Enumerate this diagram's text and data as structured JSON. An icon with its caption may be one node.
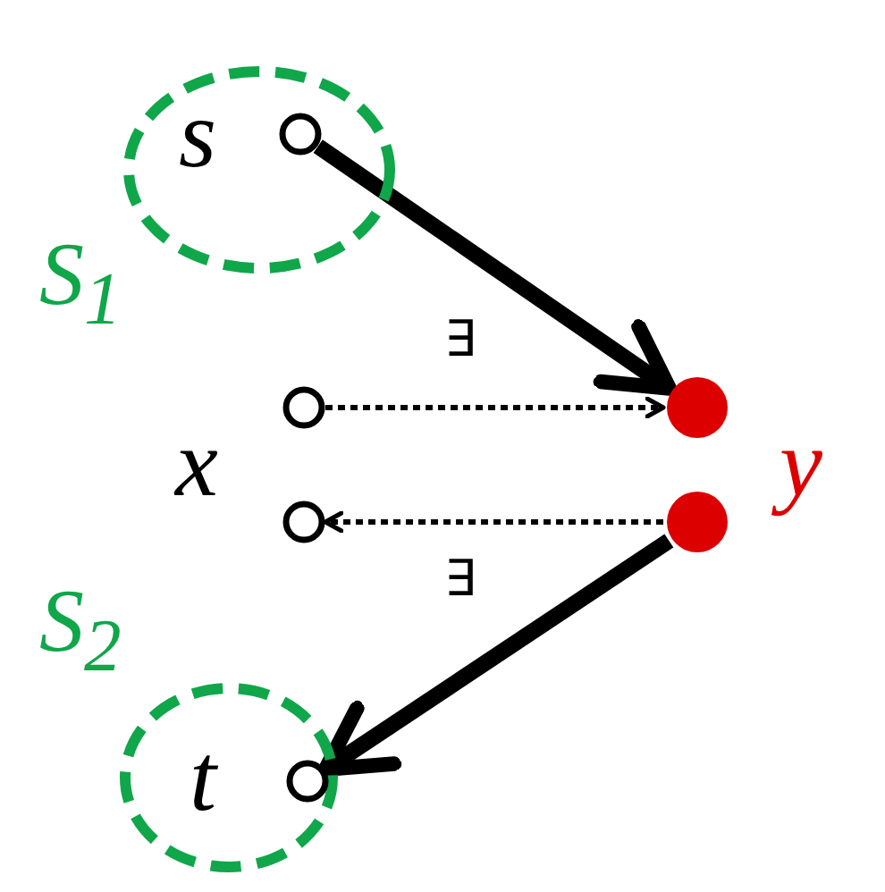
{
  "diagram": {
    "nodes": [
      {
        "text": [
          "S$_{1}$"
        ]
      },
      {
        "text": [],
        "shape": "circle",
        "in": 0,
        "beside": [
          "s"
        ]
      },
      {
        "text": [],
        "shape": "circle"
      },
      {
        "text": [],
        "shape": "circle"
      },
      {
        "text": [],
        "shape": "circle"
      },
      {
        "text": [],
        "shape": "circle"
      },
      {
        "text": [
          "S$_{2}$"
        ]
      },
      {
        "text": [],
        "shape": "circle",
        "in": 6,
        "beside": [
          "t"
        ]
      }
    ],
    "edges": [
      {
        "from": 1,
        "to": 4,
        "arrow": "to",
        "style": "thick"
      },
      {
        "from": 2,
        "to": 4,
        "arrow": "to",
        "label": "∃",
        "style": "dashed"
      },
      {
        "from": 5,
        "to": 3,
        "arrow": "to",
        "label": "∃",
        "style": "dashed"
      },
      {
        "from": 5,
        "to": 7,
        "arrow": "to",
        "style": "thick"
      }
    ],
    "labels": [
      "x",
      "y"
    ]
  }
}
